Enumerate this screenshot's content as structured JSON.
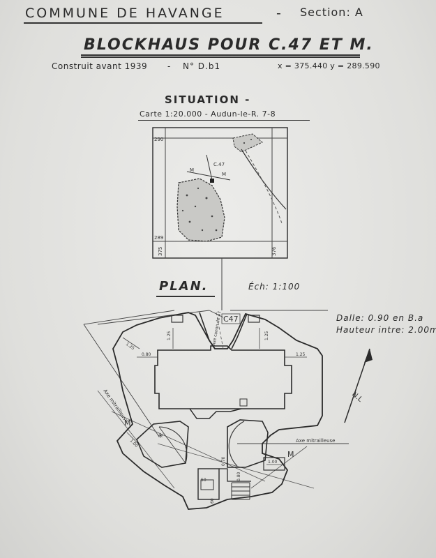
{
  "header": {
    "commune": "COMMUNE DE HAVANGE",
    "dash1": "-",
    "section": "Section: A",
    "title": "BLOCKHAUS POUR C.47 ET M.",
    "built": "Construit avant 1939",
    "dash2": "-",
    "number": "N° D.b1",
    "coords": "x = 375.440  y = 289.590"
  },
  "situation": {
    "heading": "SITUATION -",
    "map_ref": "Carte 1:20.000 - Audun-le-R. 7-8",
    "grid": {
      "top_y": "290",
      "bottom_y": "289",
      "left_x": "375",
      "right_x": "376"
    },
    "marker": "C.47",
    "dir_w": "M",
    "dir_e": "M"
  },
  "plan": {
    "heading": "PLAN.",
    "scale": "Éch: 1:100",
    "slab": "Dalle: 0.90 en B.a",
    "height": "Hauteur intre: 2.00m",
    "cannon_label": "C47",
    "cannon_axis": "Axe canon de 47",
    "mg_axis_left": "Axe mitrailleuse",
    "mg_axis_right": "Axe mitrailleuse",
    "m_left": "M",
    "m_right": "M",
    "north": "N.L",
    "dims": {
      "d125_left": "1.25",
      "d080": "0.80",
      "d125_right": "1.25",
      "d125_top_left": "1.25",
      "d125_top_right": "1.25",
      "d100_left": "1.00",
      "d100_right": "1.00",
      "d050": "50",
      "d060": "60",
      "d070": "0.70",
      "d080b": "0.80"
    }
  }
}
